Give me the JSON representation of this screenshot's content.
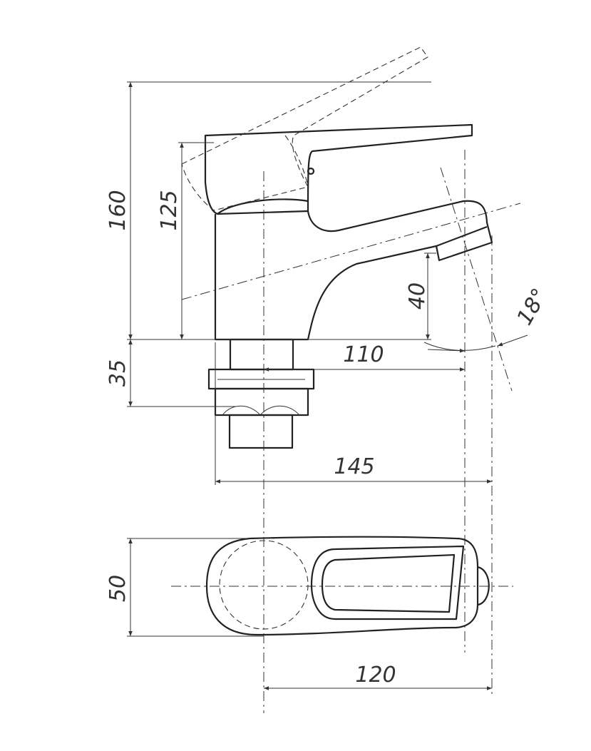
{
  "title": "Faucet technical drawing",
  "dimensions": {
    "height_total": "160",
    "height_lever": "125",
    "spout_height": "40",
    "lever_angle": "18°",
    "spout_reach": "110",
    "shank_length": "35",
    "total_length": "145",
    "width_top": "50",
    "length_top": "120"
  }
}
